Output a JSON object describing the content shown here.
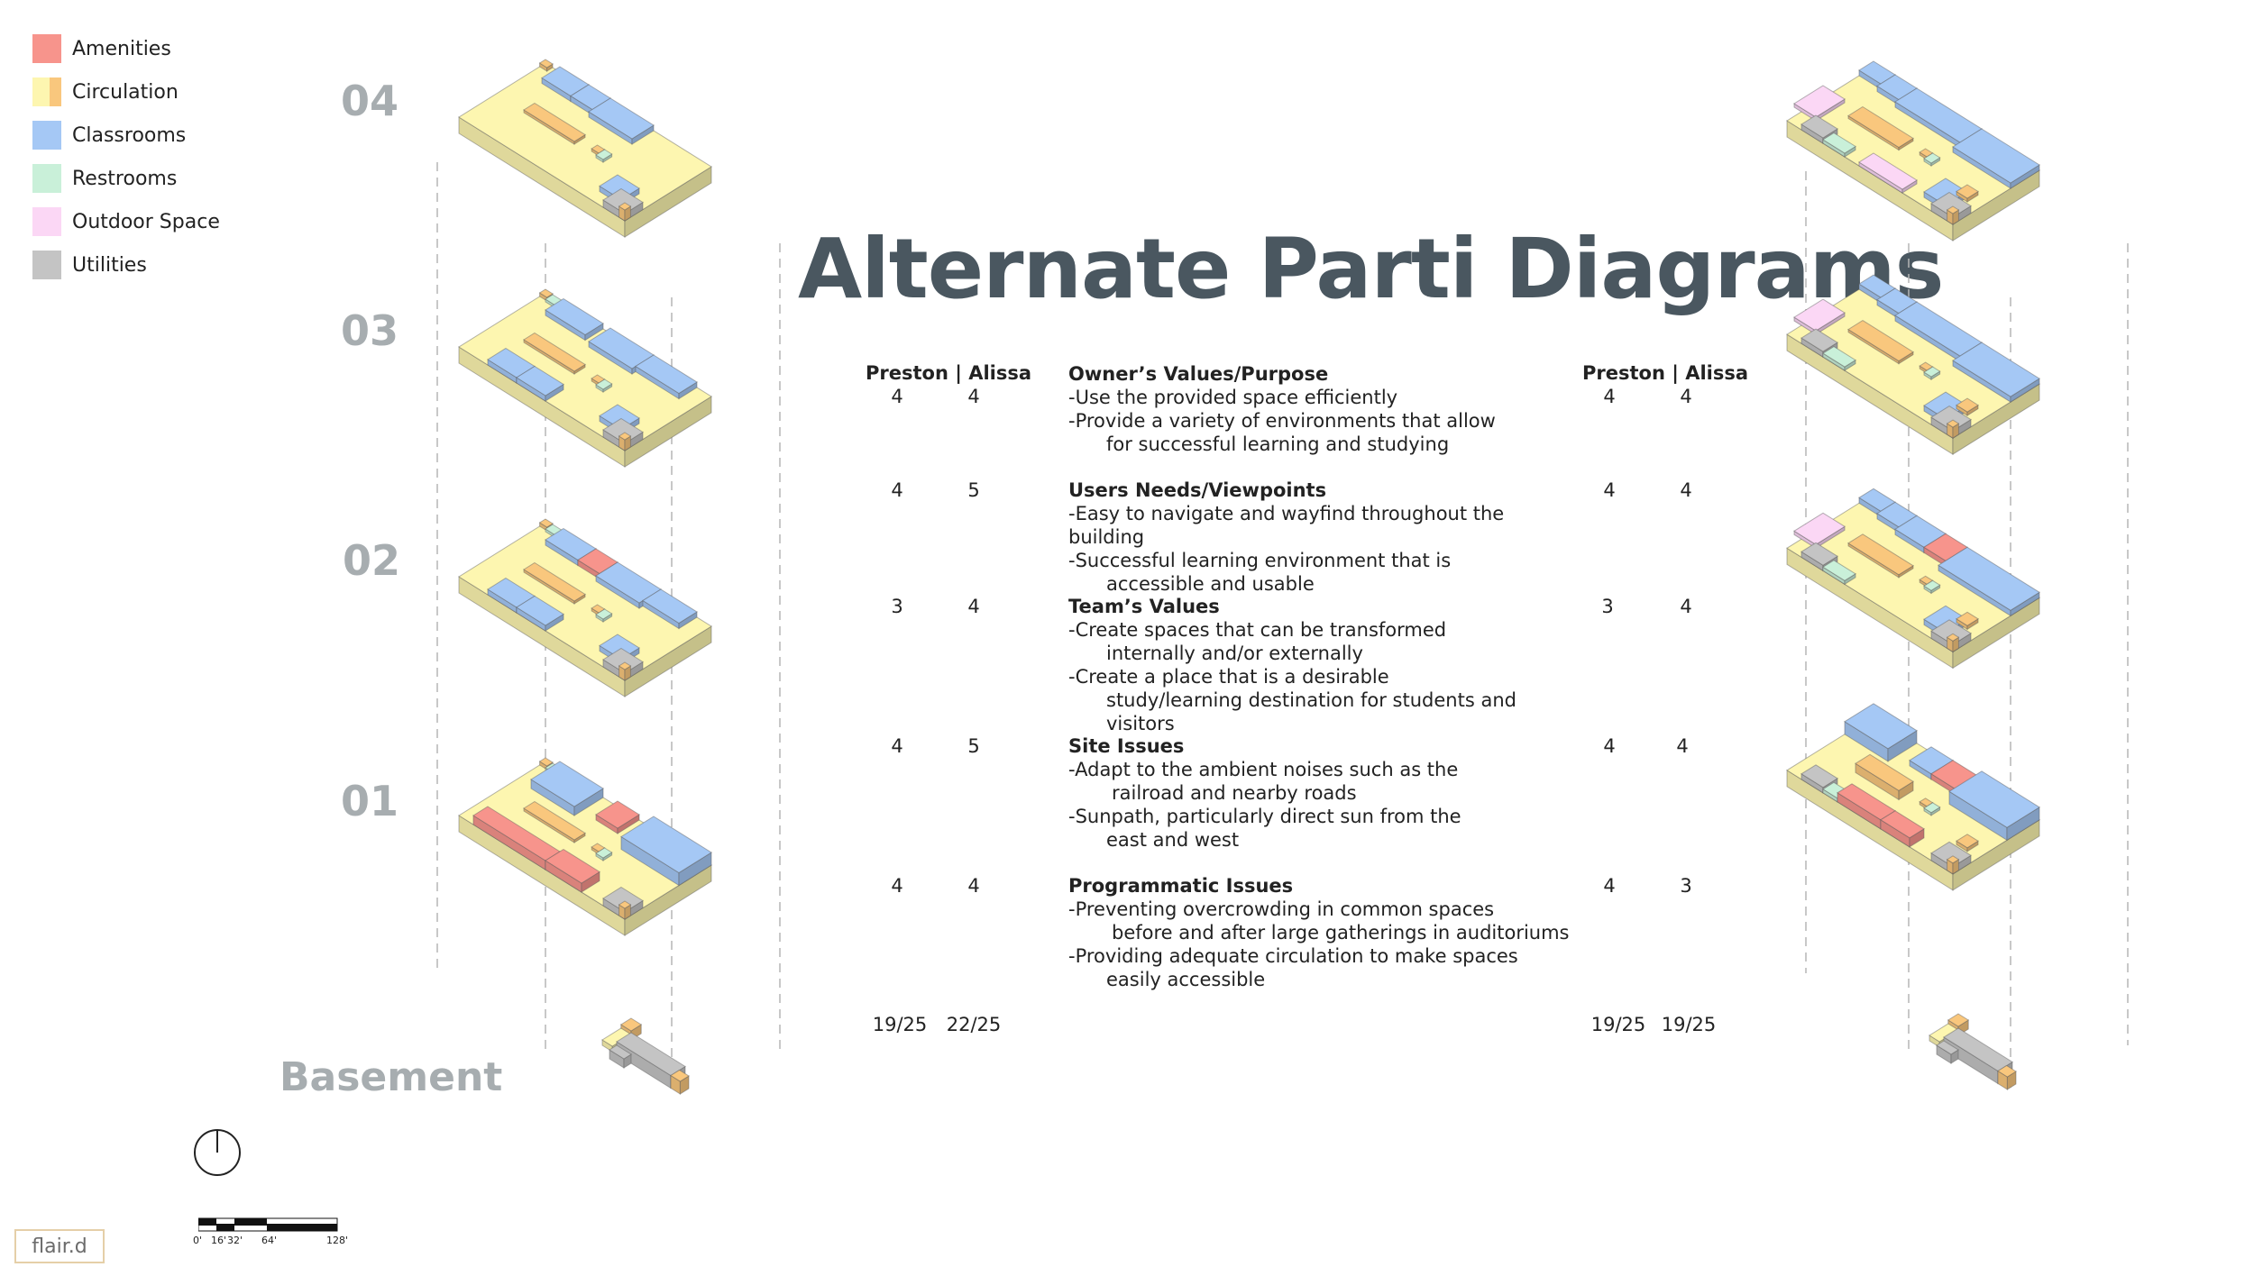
{
  "title": "Alternate Parti Diagrams",
  "legend": [
    {
      "label": "Amenities",
      "color": "#f7948c"
    },
    {
      "label": "Circulation",
      "color": "#f9c77d"
    },
    {
      "label": "Classrooms",
      "color": "#a5c8f5"
    },
    {
      "label": "Restrooms",
      "color": "#c9f0d9"
    },
    {
      "label": "Outdoor Space",
      "color": "#fbd7f5"
    },
    {
      "label": "Utilities",
      "color": "#c4c4c4"
    }
  ],
  "levels": [
    "04",
    "03",
    "02",
    "01",
    "Basement"
  ],
  "colors": {
    "floor": "#fdf6b0",
    "floor_side": "#f3e98d",
    "floor_stroke": "#c9c07a",
    "label_gray": "#a7adb0",
    "title": "#4a5760"
  },
  "left_table": {
    "header": "Preston | Alissa",
    "rows": [
      [
        "4",
        "4"
      ],
      [
        "4",
        "5"
      ],
      [
        "3",
        "4"
      ],
      [
        "4",
        "5"
      ],
      [
        "4",
        "4"
      ]
    ],
    "totals": [
      "19/25",
      "22/25"
    ]
  },
  "right_table": {
    "header": "Preston | Alissa",
    "rows": [
      [
        "4",
        "4"
      ],
      [
        "4",
        "4"
      ],
      [
        "3",
        "4"
      ],
      [
        "4",
        "4"
      ],
      [
        "4",
        "3"
      ]
    ],
    "totals": [
      "19/25",
      "19/25"
    ]
  },
  "criteria": [
    {
      "heading": "Owner’s Values/Purpose",
      "lines": [
        {
          "text": "-Use the provided space efficiently",
          "indent": false
        },
        {
          "text": "-Provide a variety of environments that allow",
          "indent": false
        },
        {
          "text": "for successful learning and studying",
          "indent": true
        }
      ]
    },
    {
      "heading": "Users Needs/Viewpoints",
      "lines": [
        {
          "text": "-Easy to navigate and wayfind throughout the building",
          "indent": false
        },
        {
          "text": "-Successful learning environment that is",
          "indent": false
        },
        {
          "text": "accessible and usable",
          "indent": true
        }
      ]
    },
    {
      "heading": "Team’s Values",
      "lines": [
        {
          "text": "-Create spaces that can be transformed",
          "indent": false
        },
        {
          "text": "internally and/or externally",
          "indent": true
        },
        {
          "text": "-Create a place that is a desirable",
          "indent": false
        },
        {
          "text": "study/learning destination for students and visitors",
          "indent": true
        }
      ]
    },
    {
      "heading": "Site Issues",
      "lines": [
        {
          "text": "-Adapt to the ambient noises such as the",
          "indent": false
        },
        {
          "text": "railroad and nearby roads",
          "indent": true
        },
        {
          "text": "-Sunpath, particularly direct sun from the",
          "indent": false
        },
        {
          "text": "east and west",
          "indent": true
        }
      ]
    },
    {
      "heading": "Programmatic Issues",
      "lines": [
        {
          "text": "-Preventing overcrowding in common spaces",
          "indent": false
        },
        {
          "text": "before and after large gatherings in auditoriums",
          "indent": true
        },
        {
          "text": "-Providing adequate circulation to make spaces",
          "indent": false
        },
        {
          "text": "easily accessible",
          "indent": true
        }
      ]
    }
  ],
  "scale_labels": [
    "0'",
    "16'",
    "32'",
    "64'",
    "128'"
  ],
  "logo": "flair.d"
}
